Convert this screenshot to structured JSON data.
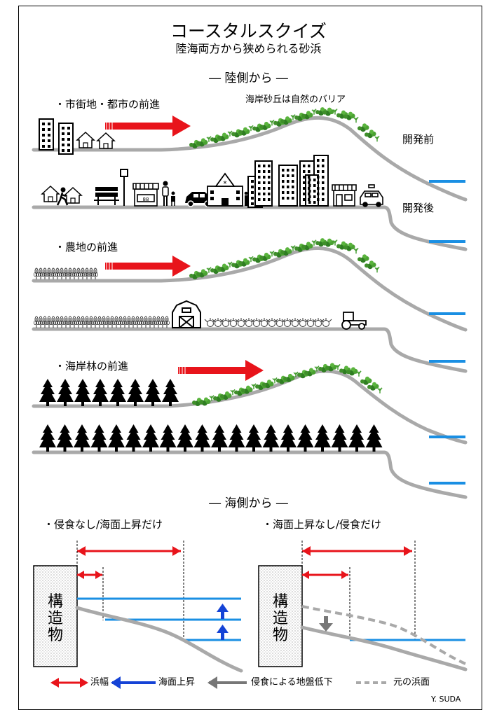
{
  "title": "コースタルスクイズ",
  "subtitle": "陸海両方から狭められる砂浜",
  "section_land": "― 陸側から ―",
  "section_sea": "― 海側から ―",
  "panel_urban": "・市街地・都市の前進",
  "dune_note": "海岸砂丘は自然のバリア",
  "before_label": "開発前",
  "after_label": "開発後",
  "panel_farm": "・農地の前進",
  "panel_forest": "・海岸林の前進",
  "case_left": "・侵食なし/海面上昇だけ",
  "case_right": "・海面上昇なし/侵食だけ",
  "structure_label": "構造物",
  "legend": {
    "beach_width": "浜幅",
    "sea_rise": "海面上昇",
    "erosion": "侵食による地盤低下",
    "original_beach": "元の浜面"
  },
  "house_sign": "88",
  "author": "Y. SUDA",
  "colors": {
    "advance_arrow": "#e8141b",
    "sea": "#1a8fe3",
    "ground": "#a9a9a9",
    "vegetation": "#3f8f2a",
    "rise_arrow": "#1543d6"
  }
}
